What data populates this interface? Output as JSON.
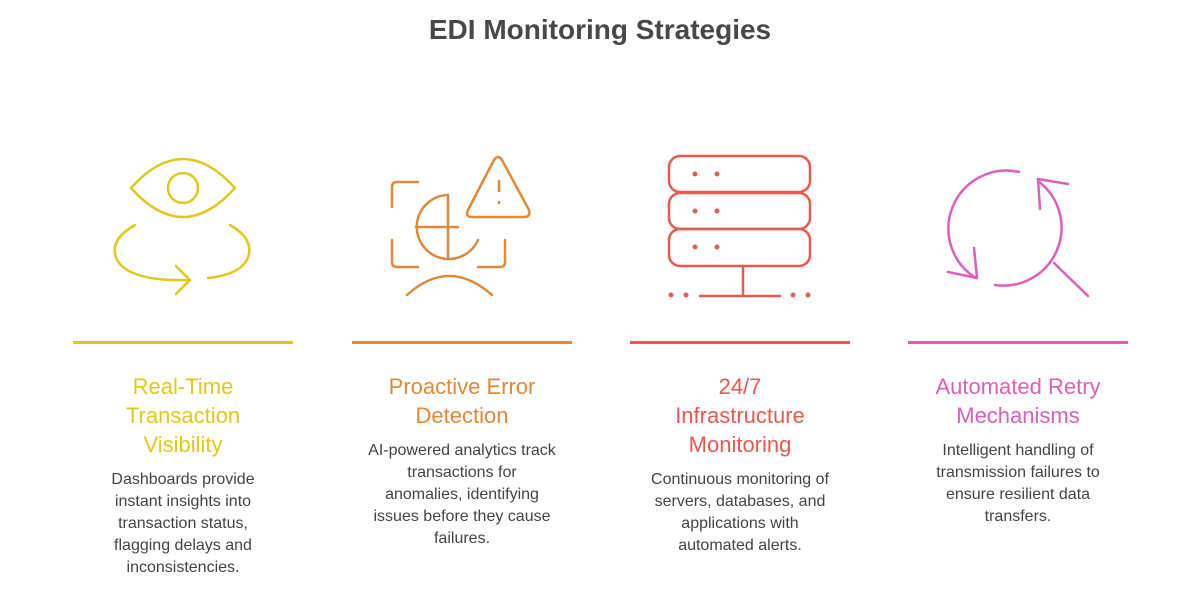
{
  "title": "EDI Monitoring Strategies",
  "colors": {
    "yellow": "#e2c81a",
    "orange": "#e0893a",
    "red": "#e65a50",
    "pink": "#de5fb8",
    "text": "#4a4a4a"
  },
  "strategies": [
    {
      "heading": "Real-Time Transaction Visibility",
      "description": "Dashboards provide instant insights into transaction status, flagging delays and inconsistencies.",
      "icon": "eye-rotate-icon"
    },
    {
      "heading": "Proactive Error Detection",
      "description": "AI-powered analytics track transactions for anomalies, identifying issues before they cause failures.",
      "icon": "error-detection-icon"
    },
    {
      "heading": "24/7 Infrastructure Monitoring",
      "description": "Continuous monitoring of servers, databases, and applications with automated alerts.",
      "icon": "server-icon"
    },
    {
      "heading": "Automated Retry Mechanisms",
      "description": "Intelligent handling of transmission failures to ensure resilient data transfers.",
      "icon": "retry-search-icon"
    }
  ]
}
